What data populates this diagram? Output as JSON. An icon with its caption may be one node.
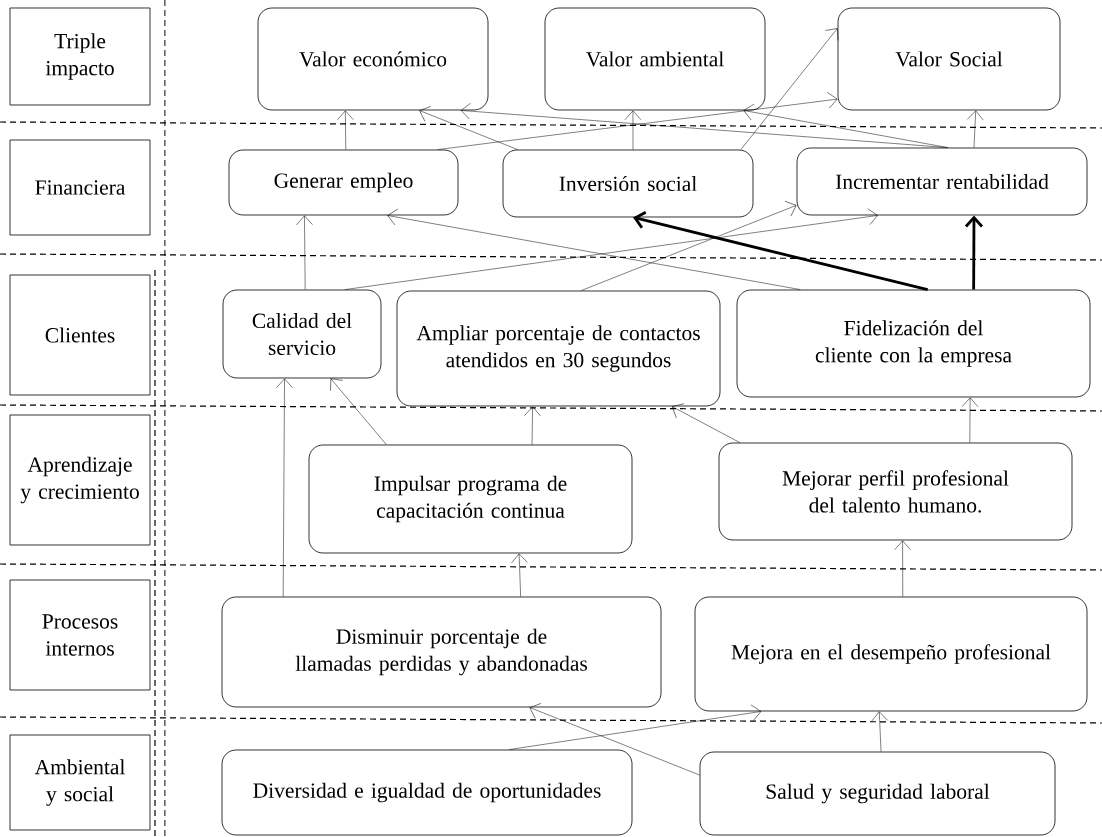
{
  "diagram": {
    "nodes": [
      {
        "text": [
          "Triple impacto"
        ]
      },
      {
        "text": [
          "Financiera"
        ]
      },
      {
        "text": [
          "Clientes"
        ]
      },
      {
        "text": [
          "Aprendizaje y crecimiento"
        ]
      },
      {
        "text": [
          "Procesos internos"
        ]
      },
      {
        "text": [
          "Ambiental y social"
        ]
      },
      {
        "text": [
          "Valor económico"
        ]
      },
      {
        "text": [
          "Valor ambiental"
        ]
      },
      {
        "text": [
          "Valor Social"
        ]
      },
      {
        "text": [
          "Generar empleo"
        ]
      },
      {
        "text": [
          "Inversión social"
        ]
      },
      {
        "text": [
          "Incrementar rentabilidad"
        ]
      },
      {
        "text": [
          "Calidad del servicio"
        ]
      },
      {
        "text": [
          "Ampliar porcentaje de contactos atendidos en 30 segundos"
        ]
      },
      {
        "text": [
          "Fidelización del cliente con la empresa"
        ]
      },
      {
        "text": [
          "Impulsar programa de capacitación continua"
        ]
      },
      {
        "text": [
          "Mejorar perfil profesional del talento humano."
        ]
      },
      {
        "text": [
          "Disminuir porcentaje de llamadas perdidas y abandonadas"
        ]
      },
      {
        "text": [
          "Mejora en el desempeño profesional"
        ]
      },
      {
        "text": [
          "Diversidad e igualdad de oportunidades"
        ]
      },
      {
        "text": [
          "Salud y seguridad laboral"
        ]
      }
    ],
    "edges": [
      {
        "from": 9,
        "to": 6,
        "arrow": "to"
      },
      {
        "from": 9,
        "to": 8,
        "arrow": "to"
      },
      {
        "from": 10,
        "to": 6,
        "arrow": "to"
      },
      {
        "from": 10,
        "to": 7,
        "arrow": "to"
      },
      {
        "from": 10,
        "to": 8,
        "arrow": "to"
      },
      {
        "from": 11,
        "to": 6,
        "arrow": "to"
      },
      {
        "from": 11,
        "to": 7,
        "arrow": "to"
      },
      {
        "from": 11,
        "to": 8,
        "arrow": "to"
      },
      {
        "from": 12,
        "to": 9,
        "arrow": "to"
      },
      {
        "from": 12,
        "to": 11,
        "arrow": "to"
      },
      {
        "from": 13,
        "to": 11,
        "arrow": "to"
      },
      {
        "from": 14,
        "to": 9,
        "arrow": "to"
      },
      {
        "from": 14,
        "to": 10,
        "arrow": "to",
        "style": "thick"
      },
      {
        "from": 14,
        "to": 11,
        "arrow": "to",
        "style": "thick"
      },
      {
        "from": 17,
        "to": 12,
        "arrow": "to"
      },
      {
        "from": 15,
        "to": 12,
        "arrow": "to"
      },
      {
        "from": 15,
        "to": 13,
        "arrow": "to"
      },
      {
        "from": 16,
        "to": 13,
        "arrow": "to"
      },
      {
        "from": 16,
        "to": 14,
        "arrow": "to"
      },
      {
        "from": 17,
        "to": 15,
        "arrow": "to"
      },
      {
        "from": 18,
        "to": 16,
        "arrow": "to"
      },
      {
        "from": 19,
        "to": 18,
        "arrow": "to"
      },
      {
        "from": 20,
        "to": 17,
        "arrow": "to"
      },
      {
        "from": 20,
        "to": 18,
        "arrow": "to"
      }
    ]
  }
}
